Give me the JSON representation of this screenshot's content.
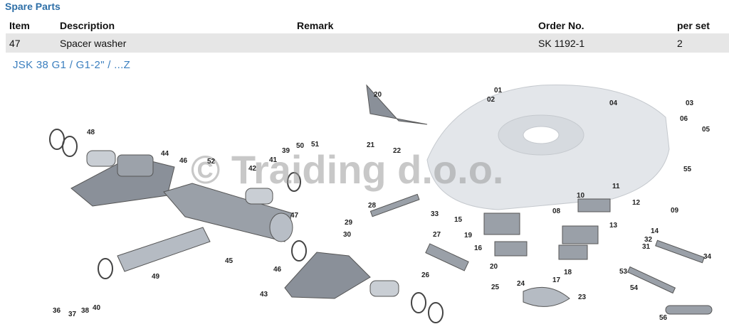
{
  "section_title": "Spare Parts",
  "table": {
    "headers": [
      "Item",
      "Description",
      "Remark",
      "Order No.",
      "per set"
    ],
    "rows": [
      [
        "47",
        "Spacer washer",
        "",
        "SK 1192-1",
        "2"
      ]
    ]
  },
  "model_title": "JSK 38 G1 / G1-2\" / ...Z",
  "diagram": {
    "watermark": "© Traiding d.o.o.",
    "callouts": [
      "01",
      "02",
      "03",
      "04",
      "05",
      "06",
      "08",
      "09",
      "10",
      "11",
      "12",
      "13",
      "14",
      "15",
      "16",
      "17",
      "18",
      "19",
      "20",
      "20",
      "21",
      "22",
      "23",
      "24",
      "25",
      "26",
      "27",
      "28",
      "29",
      "30",
      "31",
      "32",
      "33",
      "34",
      "36",
      "37",
      "38",
      "39",
      "40",
      "41",
      "42",
      "44",
      "46",
      "46",
      "47",
      "48",
      "49",
      "50",
      "51",
      "52",
      "53",
      "54",
      "55",
      "56",
      "43",
      "45"
    ]
  }
}
